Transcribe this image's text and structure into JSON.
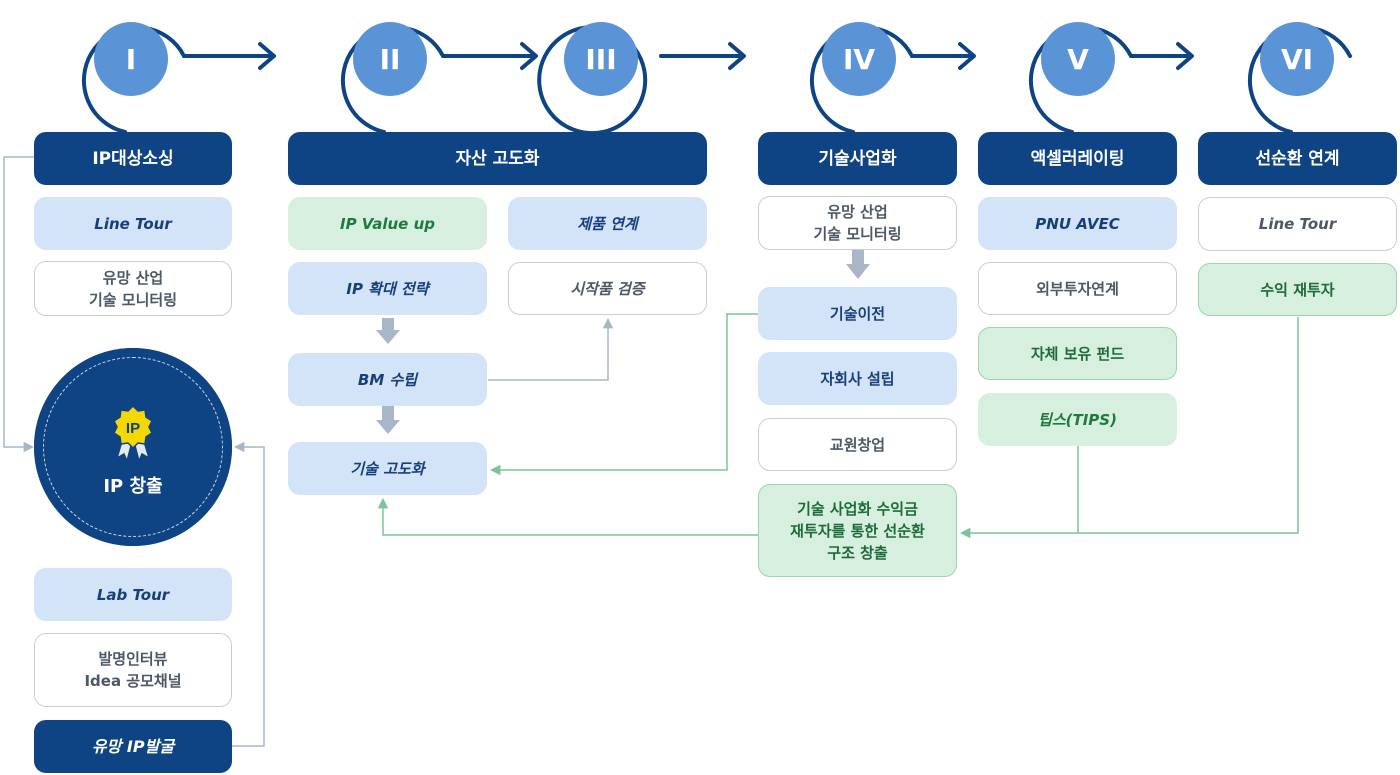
{
  "stages": [
    "I",
    "II",
    "III",
    "IV",
    "V",
    "VI"
  ],
  "headers": {
    "sourcing": "IP대상소싱",
    "asset": "자산 고도화",
    "commercial": "기술사업화",
    "accelerating": "액셀러레이팅",
    "circular": "선순환 연계"
  },
  "col1": {
    "line_tour": "Line Tour",
    "monitoring": "유망 산업\n기술 모니터링",
    "ip_creation": "IP 창출",
    "ip_badge": "IP",
    "lab_tour": "Lab Tour",
    "interview": "발명인터뷰\nIdea 공모채널",
    "discovery": "유망 IP발굴"
  },
  "col2": {
    "value_up": "IP Value up",
    "expand": "IP 확대 전략",
    "bm": "BM 수립",
    "advance": "기술 고도화",
    "product_link": "제품 연계",
    "prototype": "시작품 검증"
  },
  "col4": {
    "monitoring": "유망 산업\n기술 모니터링",
    "transfer": "기술이전",
    "subsidiary": "자회사 설립",
    "startup": "교원창업",
    "reinvest_structure": "기술 사업화 수익금\n재투자를 통한 선순환\n구조 창출"
  },
  "col5": {
    "avec": "PNU AVEC",
    "external": "외부투자연계",
    "own_fund": "자체 보유 펀드",
    "tips": "팁스(TIPS)"
  },
  "col6": {
    "line_tour": "Line Tour",
    "reinvest": "수익 재투자"
  },
  "colors": {
    "navy": "#0e4384",
    "stage_blue": "#5b94d6",
    "light_blue": "#d3e3f8",
    "light_green": "#d6efdf",
    "green_line": "#7cc59a",
    "gray_line": "#a9b6c8"
  }
}
